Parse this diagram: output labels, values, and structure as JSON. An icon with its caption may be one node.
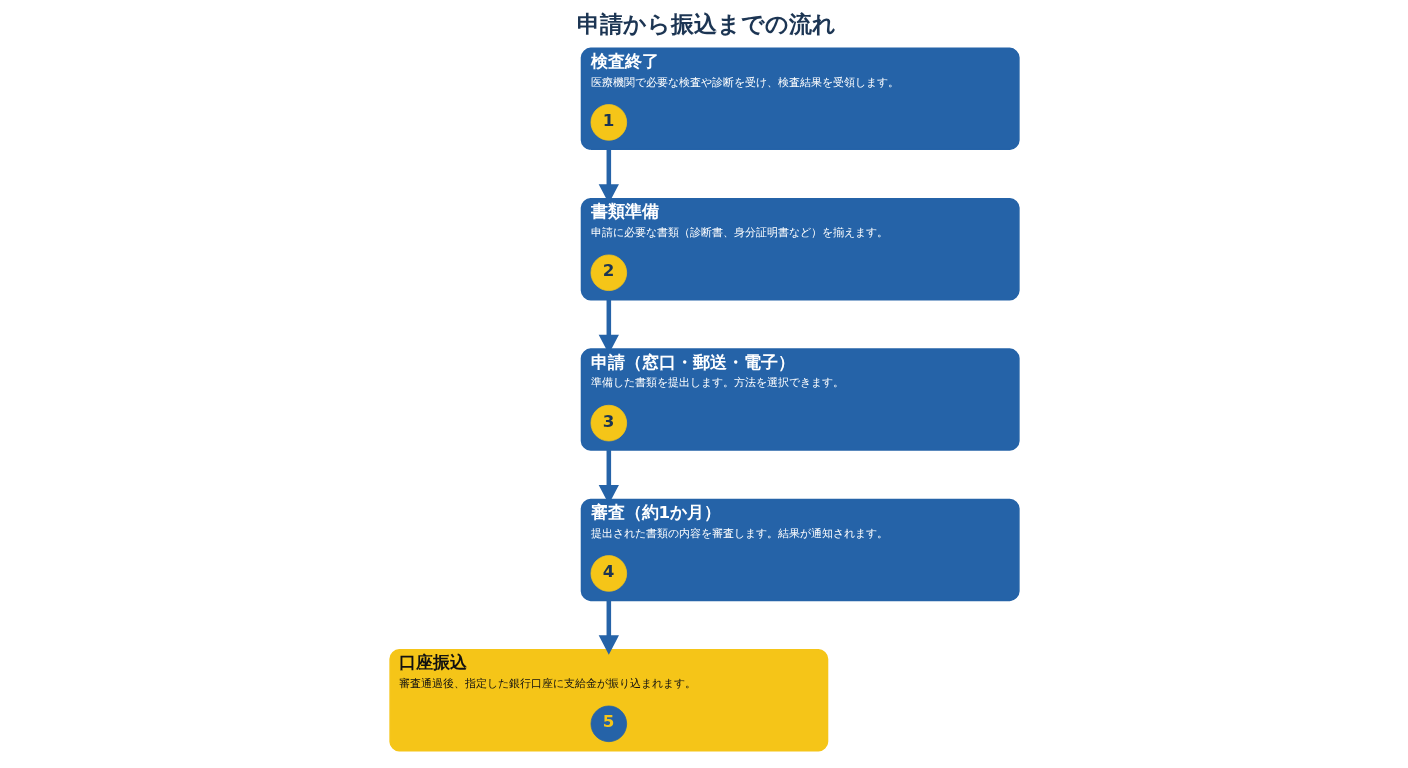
{
  "diagram": {
    "title": "申請から振込までの流れ",
    "nodes": [
      {
        "text": [
          "検査終了",
          "医療機関で必要な検査や診断を受け、検査結果を受領します。"
        ]
      },
      {
        "text": [
          "1"
        ],
        "in": 0
      },
      {
        "text": [
          "書類準備",
          "申請に必要な書類（診断書、身分証明書など）を揃えます。"
        ]
      },
      {
        "text": [
          "2"
        ],
        "in": 2
      },
      {
        "text": [
          "申請（窓口・郵送・電子）",
          "準備した書類を提出します。方法を選択できます。"
        ]
      },
      {
        "text": [
          "3"
        ],
        "in": 4
      },
      {
        "text": [
          "審査（約1か月）",
          "提出された書類の内容を審査します。結果が通知されます。"
        ]
      },
      {
        "text": [
          "4"
        ],
        "in": 6
      },
      {
        "text": [
          "口座振込",
          "審査通過後、指定した銀行口座に支給金が振り込まれます。"
        ]
      },
      {
        "text": [
          "5"
        ],
        "in": 8
      }
    ],
    "edges": [
      {
        "from": 0,
        "to": 2,
        "arrow": "to"
      },
      {
        "from": 2,
        "to": 4,
        "arrow": "to"
      },
      {
        "from": 4,
        "to": 6,
        "arrow": "to"
      },
      {
        "from": 6,
        "to": 8,
        "arrow": "to"
      }
    ]
  }
}
